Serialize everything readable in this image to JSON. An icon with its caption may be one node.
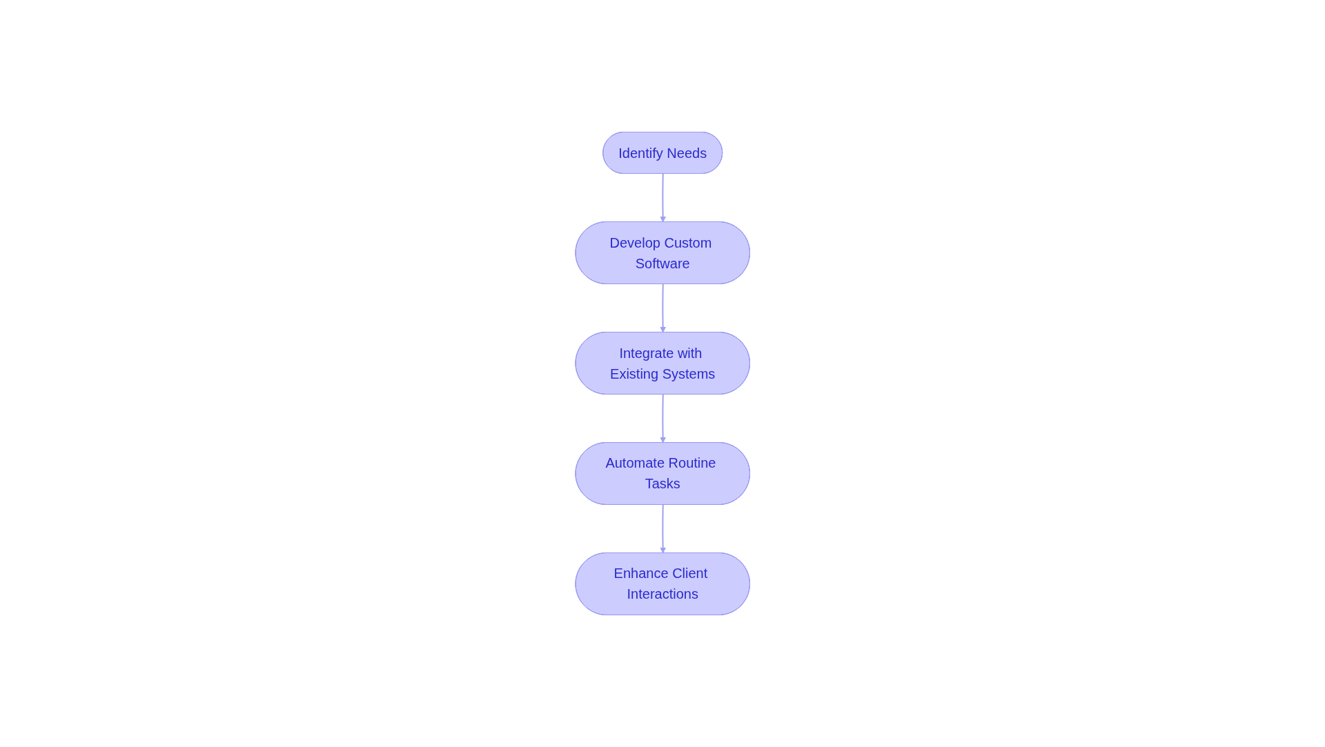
{
  "diagram": {
    "nodes": [
      {
        "text": [
          "Identify Needs"
        ]
      },
      {
        "text": [
          "Develop Custom Software"
        ]
      },
      {
        "text": [
          "Integrate with Existing Systems"
        ]
      },
      {
        "text": [
          "Automate Routine Tasks"
        ]
      },
      {
        "text": [
          "Enhance Client Interactions"
        ]
      }
    ],
    "edges": [
      {
        "from": 0,
        "to": 1,
        "arrow": "to"
      },
      {
        "from": 1,
        "to": 2,
        "arrow": "to"
      },
      {
        "from": 2,
        "to": 3,
        "arrow": "to"
      },
      {
        "from": 3,
        "to": 4,
        "arrow": "to"
      }
    ]
  }
}
